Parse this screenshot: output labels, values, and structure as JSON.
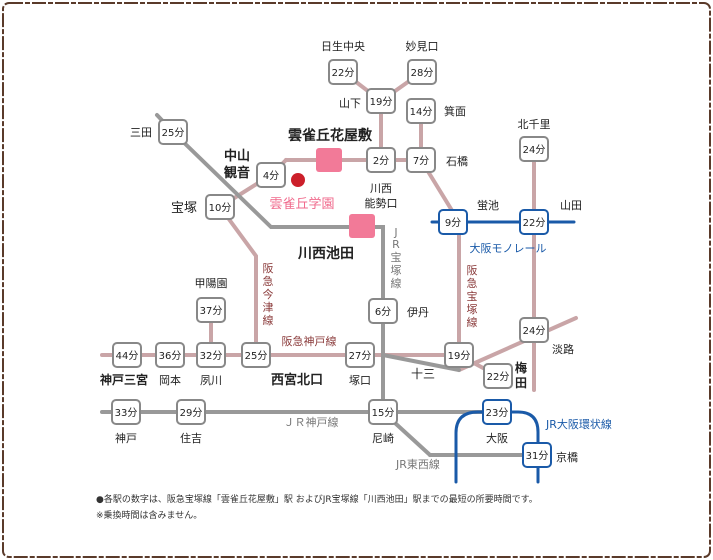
{
  "colors": {
    "hankyu_line": "#c9a5a7",
    "jr_line": "#999999",
    "blue_line": "#1a5aa8",
    "node_border_gray": "#888888",
    "node_border_blue": "#1a5aa8",
    "pink_station": "#f27a98",
    "school_dot": "#cc1f2a",
    "line_label_red": "#8a3a3a",
    "line_label_gray": "#777777",
    "line_label_blue": "#1a5aa8",
    "pink_text": "#f06a8c",
    "frame": "#5a3a2a"
  },
  "nodes": [
    {
      "id": "nisseichuo",
      "time": "22分",
      "border": "gray"
    },
    {
      "id": "myokenguchi",
      "time": "28分",
      "border": "gray"
    },
    {
      "id": "yamashita",
      "time": "19分",
      "border": "gray"
    },
    {
      "id": "mino",
      "time": "14分",
      "border": "gray"
    },
    {
      "id": "kawanishinosekiguchi",
      "time": "2分",
      "border": "gray"
    },
    {
      "id": "ishibashi",
      "time": "7分",
      "border": "gray"
    },
    {
      "id": "sanda",
      "time": "25分",
      "border": "gray"
    },
    {
      "id": "nakayama",
      "time": "4分",
      "border": "gray"
    },
    {
      "id": "takarazuka",
      "time": "10分",
      "border": "gray"
    },
    {
      "id": "kitasenri",
      "time": "24分",
      "border": "gray"
    },
    {
      "id": "hotarugaike",
      "time": "9分",
      "border": "blue"
    },
    {
      "id": "yamada",
      "time": "22分",
      "border": "blue"
    },
    {
      "id": "koyoen",
      "time": "37分",
      "border": "gray"
    },
    {
      "id": "itami",
      "time": "6分",
      "border": "gray"
    },
    {
      "id": "awaji",
      "time": "24分",
      "border": "gray"
    },
    {
      "id": "kobesannomiya",
      "time": "44分",
      "border": "gray"
    },
    {
      "id": "okamoto",
      "time": "36分",
      "border": "gray"
    },
    {
      "id": "shukugawa",
      "time": "32分",
      "border": "gray"
    },
    {
      "id": "nishinomiyakitaguchi",
      "time": "25分",
      "border": "gray"
    },
    {
      "id": "tsukaguchi",
      "time": "27分",
      "border": "gray"
    },
    {
      "id": "juso",
      "time": "19分",
      "border": "gray"
    },
    {
      "id": "umeda",
      "time": "22分",
      "border": "gray"
    },
    {
      "id": "kobe",
      "time": "33分",
      "border": "gray"
    },
    {
      "id": "sumiyoshi",
      "time": "29分",
      "border": "gray"
    },
    {
      "id": "amagasaki",
      "time": "15分",
      "border": "gray"
    },
    {
      "id": "osaka",
      "time": "23分",
      "border": "blue"
    },
    {
      "id": "kyobashi",
      "time": "31分",
      "border": "blue"
    }
  ],
  "stations": {
    "nisseichuo": "日生中央",
    "myokenguchi": "妙見口",
    "yamashita": "山下",
    "mino": "箕面",
    "ishibashi": "石橋",
    "kawanishinosekiguchi_1": "川西",
    "kawanishinosekiguchi_2": "能勢口",
    "sanda": "三田",
    "nakayama_1": "中山",
    "nakayama_2": "観音",
    "takarazuka": "宝塚",
    "kitasenri": "北千里",
    "hotarugaike": "蛍池",
    "yamada": "山田",
    "koyoen": "甲陽園",
    "itami": "伊丹",
    "awaji": "淡路",
    "kobesannomiya": "神戸三宮",
    "okamoto": "岡本",
    "shukugawa": "夙川",
    "nishinomiyakitaguchi": "西宮北口",
    "tsukaguchi": "塚口",
    "juso": "十三",
    "umeda_1": "梅",
    "umeda_2": "田",
    "kobe": "神戸",
    "sumiyoshi": "住吉",
    "amagasaki": "尼崎",
    "osaka": "大阪",
    "kyobashi": "京橋",
    "hibarigaoka": "雲雀丘花屋敷",
    "kawanishiikeda": "川西池田"
  },
  "school_label": "雲雀丘学園",
  "line_labels": {
    "imazu_1": "阪",
    "imazu_2": "急",
    "imazu_3": "今",
    "imazu_4": "津",
    "imazu_5": "線",
    "kobe_line": "阪急神戸線",
    "takarazuka_line_1": "阪",
    "takarazuka_line_2": "急",
    "takarazuka_line_3": "宝",
    "takarazuka_line_4": "塚",
    "takarazuka_line_5": "線",
    "jr_takarazuka_1": "J",
    "jr_takarazuka_2": "R",
    "jr_takarazuka_3": "宝",
    "jr_takarazuka_4": "塚",
    "jr_takarazuka_5": "線",
    "jr_kobe": "ＪＲ神戸線",
    "jr_tozai": "JR東西線",
    "monorail": "大阪モノレール",
    "loop": "JR大阪環状線"
  },
  "notes": [
    "●各駅の数字は、阪急宝塚線「雲雀丘花屋敷」駅 およびJR宝塚線「川西池田」駅までの最短の所要時間です。",
    "※乗換時間は含みません。"
  ]
}
